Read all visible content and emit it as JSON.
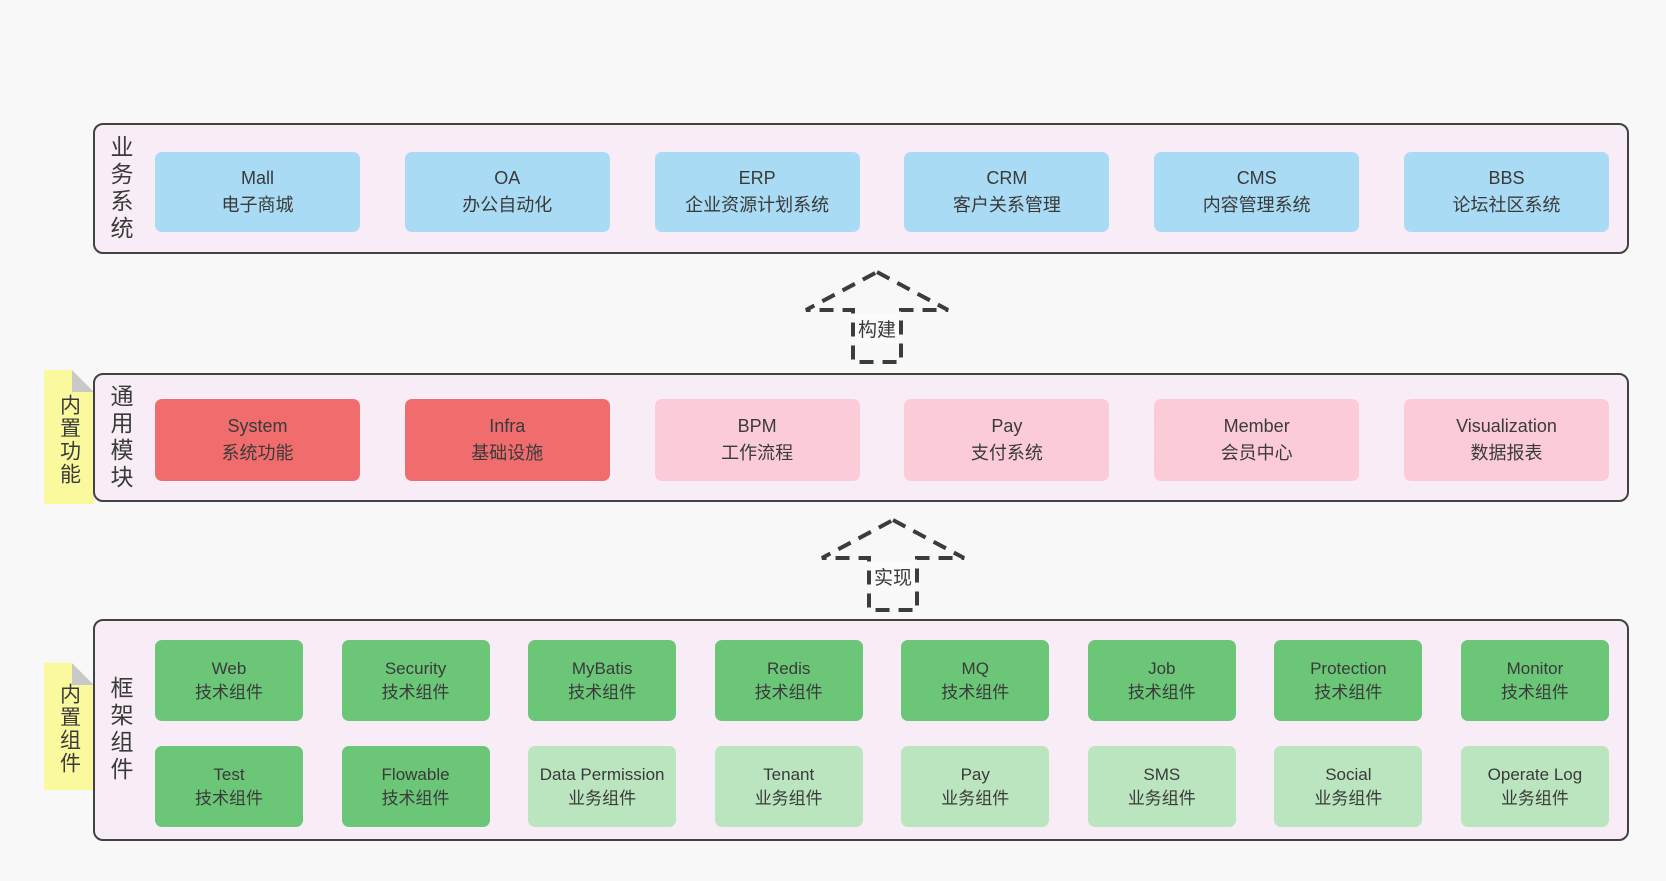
{
  "palette": {
    "page_bg": "#f8f8f8",
    "panel_bg": "#f8edf7",
    "panel_border": "#424242",
    "blue_box": "#a9dbf4",
    "red_box": "#f16d6d",
    "pink_box": "#fbccd8",
    "green_box": "#6bc678",
    "light_green_box": "#bae5bf",
    "sticky_note": "#faf99d",
    "note_fold": "#c9c9c9",
    "text": "#3a3a3a"
  },
  "sections": {
    "business": {
      "label": "业务系统",
      "items": [
        {
          "en": "Mall",
          "zh": "电子商城"
        },
        {
          "en": "OA",
          "zh": "办公自动化"
        },
        {
          "en": "ERP",
          "zh": "企业资源计划系统"
        },
        {
          "en": "CRM",
          "zh": "客户关系管理"
        },
        {
          "en": "CMS",
          "zh": "内容管理系统"
        },
        {
          "en": "BBS",
          "zh": "论坛社区系统"
        }
      ]
    },
    "modules": {
      "label": "通用模块",
      "note": "内置功能",
      "items": [
        {
          "en": "System",
          "zh": "系统功能"
        },
        {
          "en": "Infra",
          "zh": "基础设施"
        },
        {
          "en": "BPM",
          "zh": "工作流程"
        },
        {
          "en": "Pay",
          "zh": "支付系统"
        },
        {
          "en": "Member",
          "zh": "会员中心"
        },
        {
          "en": "Visualization",
          "zh": "数据报表"
        }
      ]
    },
    "framework": {
      "label": "框架组件",
      "note": "内置组件",
      "rows": [
        [
          {
            "en": "Web",
            "zh": "技术组件"
          },
          {
            "en": "Security",
            "zh": "技术组件"
          },
          {
            "en": "MyBatis",
            "zh": "技术组件"
          },
          {
            "en": "Redis",
            "zh": "技术组件"
          },
          {
            "en": "MQ",
            "zh": "技术组件"
          },
          {
            "en": "Job",
            "zh": "技术组件"
          },
          {
            "en": "Protection",
            "zh": "技术组件"
          },
          {
            "en": "Monitor",
            "zh": "技术组件"
          }
        ],
        [
          {
            "en": "Test",
            "zh": "技术组件"
          },
          {
            "en": "Flowable",
            "zh": "技术组件"
          },
          {
            "en": "Data Permission",
            "zh": "业务组件"
          },
          {
            "en": "Tenant",
            "zh": "业务组件"
          },
          {
            "en": "Pay",
            "zh": "业务组件"
          },
          {
            "en": "SMS",
            "zh": "业务组件"
          },
          {
            "en": "Social",
            "zh": "业务组件"
          },
          {
            "en": "Operate Log",
            "zh": "业务组件"
          }
        ]
      ]
    }
  },
  "arrows": {
    "build": "构建",
    "implement": "实现"
  }
}
